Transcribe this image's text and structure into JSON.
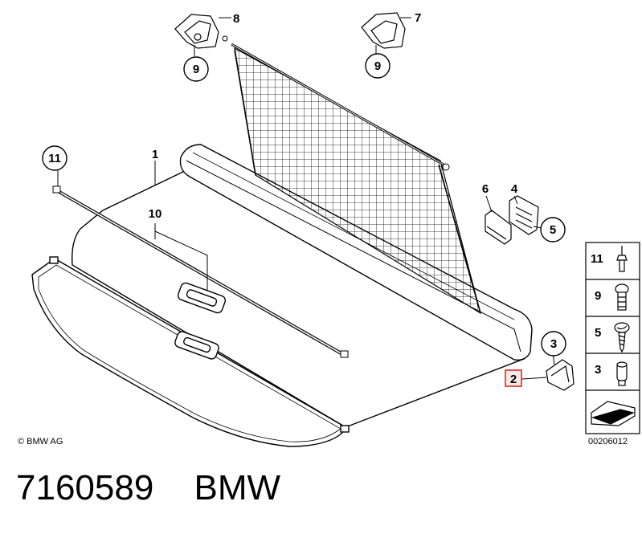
{
  "copyright": "© BMW AG",
  "drawing_number": "00206012",
  "part_number": "7160589",
  "brand": "BMW",
  "callouts": {
    "c1": "1",
    "c2": "2",
    "c3": "3",
    "c4": "4",
    "c5": "5",
    "c6": "6",
    "c7": "7",
    "c8": "8",
    "c9a": "9",
    "c9b": "9",
    "c10": "10",
    "c11": "11"
  },
  "legend": {
    "l11": "11",
    "l9": "9",
    "l5": "5",
    "l3": "3"
  },
  "highlight_color": "#d9534f"
}
